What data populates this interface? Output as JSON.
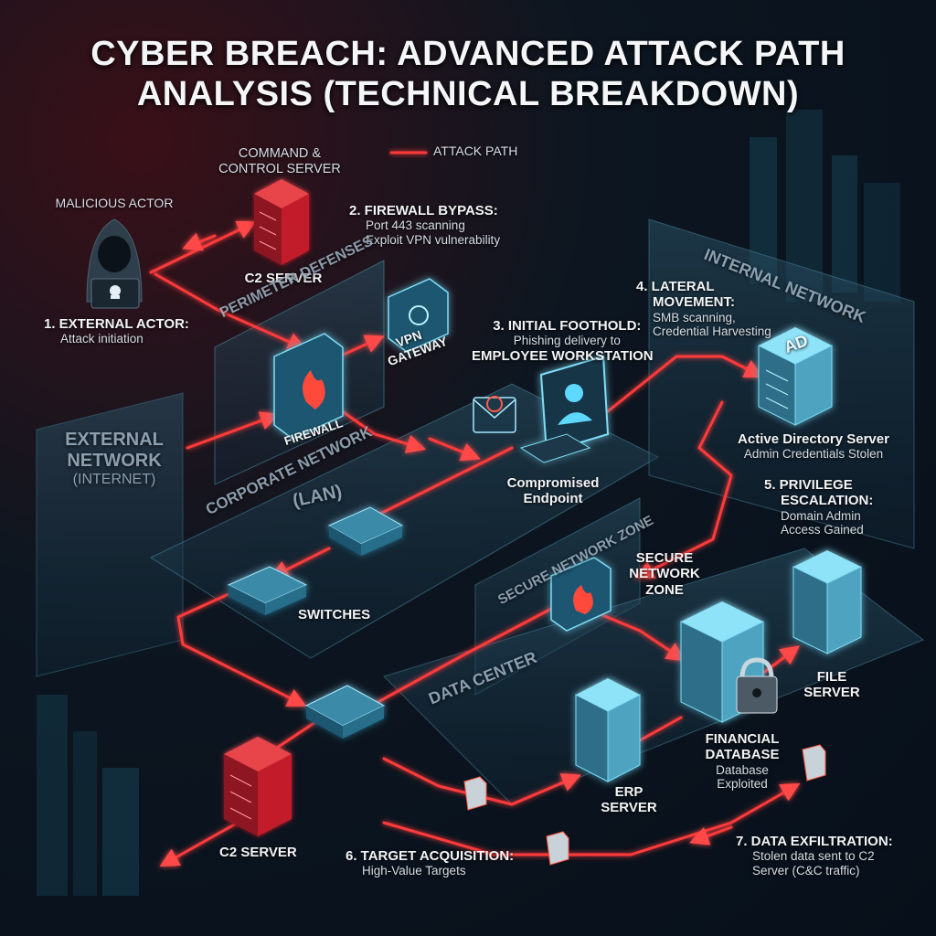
{
  "title": {
    "line1": "CYBER BREACH: ADVANCED ATTACK PATH",
    "line2": "ANALYSIS (TECHNICAL BREAKDOWN)"
  },
  "legend": {
    "attack_path": "ATTACK PATH"
  },
  "nodes": {
    "c2_top_caption_1": "COMMAND &",
    "c2_top_caption_2": "CONTROL SERVER",
    "c2_top_label": "C2 SERVER",
    "actor_label": "MALICIOUS ACTOR",
    "vpn_1": "VPN",
    "vpn_2": "GATEWAY",
    "firewall": "FIREWALL",
    "compromised_1": "Compromised",
    "compromised_2": "Endpoint",
    "ad_tag": "AD",
    "ad_1": "Active Directory Server",
    "ad_2": "Admin Credentials Stolen",
    "switches": "SWITCHES",
    "secure_zone_1": "SECURE",
    "secure_zone_2": "NETWORK",
    "secure_zone_3": "ZONE",
    "file_1": "FILE",
    "file_2": "SERVER",
    "fin_1": "FINANCIAL",
    "fin_2": "DATABASE",
    "fin_3": "Database",
    "fin_4": "Exploited",
    "erp_1": "ERP",
    "erp_2": "SERVER",
    "c2_bottom_label": "C2 SERVER"
  },
  "zones": {
    "external_1": "EXTERNAL",
    "external_2": "NETWORK",
    "external_3": "(INTERNET)",
    "perimeter": "PERIMETER DEFENSES",
    "corporate": "CORPORATE NETWORK",
    "lan": "(LAN)",
    "internal": "INTERNAL NETWORK",
    "secure": "SECURE NETWORK ZONE",
    "datacenter": "DATA CENTER"
  },
  "steps": {
    "s1_title": "1. EXTERNAL ACTOR:",
    "s1_desc": "Attack initiation",
    "s2_title": "2. FIREWALL BYPASS:",
    "s2_desc1": "Port 443 scanning",
    "s2_desc2": "Exploit VPN vulnerability",
    "s3_title": "3. INITIAL FOOTHOLD:",
    "s3_desc1": "Phishing delivery to",
    "s3_desc2": "EMPLOYEE WORKSTATION",
    "s4_title1": "4. LATERAL",
    "s4_title2": "MOVEMENT:",
    "s4_desc1": "SMB scanning,",
    "s4_desc2": "Credential Harvesting",
    "s5_title1": "5. PRIVILEGE",
    "s5_title2": "ESCALATION:",
    "s5_desc1": "Domain Admin",
    "s5_desc2": "Access Gained",
    "s6_title": "6. TARGET ACQUISITION:",
    "s6_desc": "High-Value Targets",
    "s7_title": "7. DATA EXFILTRATION:",
    "s7_desc1": "Stolen data sent to C2",
    "s7_desc2": "Server (C&C traffic)"
  },
  "colors": {
    "attack": "#ff3b3b",
    "glow": "#5fd8ff",
    "panel": "#1b3a4c",
    "red_server": "#c21f2a"
  }
}
